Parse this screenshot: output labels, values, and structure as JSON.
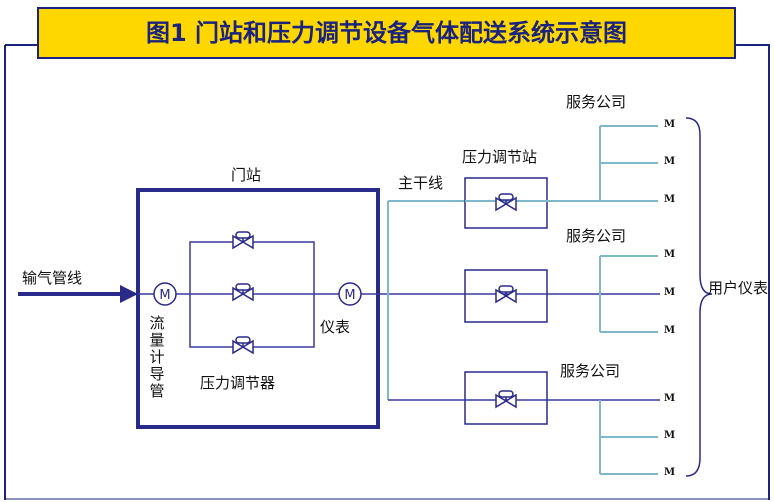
{
  "title": "图1 门站和压力调节设备气体配送系统示意图",
  "labels": {
    "gate_station": "门站",
    "inlet_pipeline": "输气管线",
    "flow_meter_tube": "流量计导管",
    "pressure_regulator": "压力调节器",
    "meter": "仪表",
    "main_line": "主干线",
    "pressure_regulating_station": "压力调节站",
    "service_company_1": "服务公司",
    "service_company_2": "服务公司",
    "service_company_3": "服务公司",
    "user_meters": "用户仪表"
  },
  "meter_symbol": "M",
  "user_meter_symbol": "M",
  "colors": {
    "title_bg": "#ffd700",
    "title_text": "#1a237e",
    "frame": "#2a2a8a",
    "flow_line": "#3a3aa0",
    "branch_line": "#7fb8c8"
  }
}
